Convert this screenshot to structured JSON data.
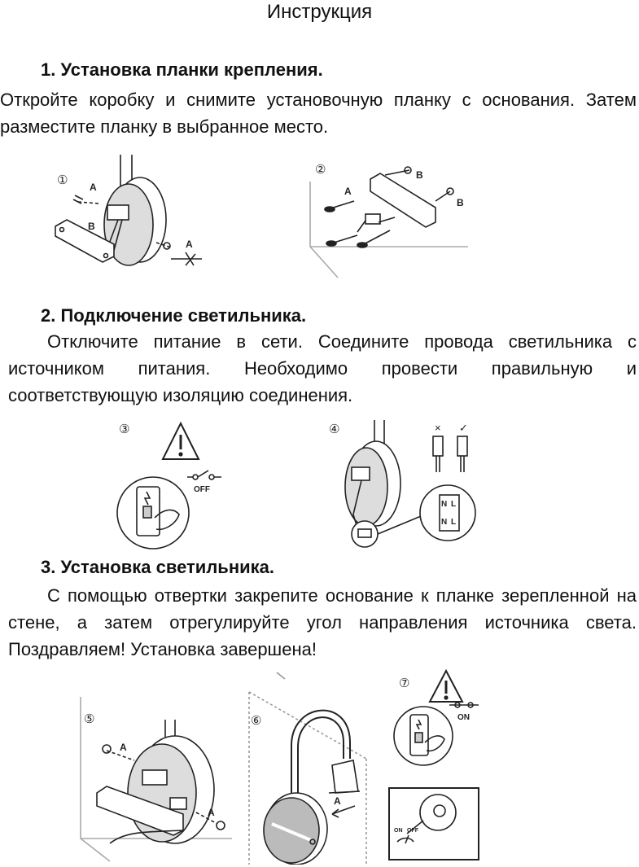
{
  "title": "Инструкция",
  "sections": [
    {
      "heading": "1.  Установка планки крепления.",
      "text": "Откройте коробку и снимите установочную планку с основания. Затем разместите планку в выбранное место."
    },
    {
      "heading": "2.  Подключение светильника.",
      "text": "Отключите питание в сети. Соедините провода светильника с источником питания. Необходимо провести правильную и соответствующую изоляцию соединения."
    },
    {
      "heading": "3.  Установка светильника.",
      "text": "С помощью отвертки закрепите основание к планке зерепленной на стене, а затем отрегулируйте угол направления источника света. Поздравляем! Установка завершена!"
    }
  ],
  "figures": {
    "step1": {
      "num": "①",
      "label_a": "A",
      "label_b": "B",
      "label_a2": "A"
    },
    "step2": {
      "num": "②",
      "label_a": "A",
      "label_b1": "B",
      "label_b2": "B"
    },
    "step3": {
      "num": "③",
      "switch_label": "OFF"
    },
    "step4": {
      "num": "④",
      "mark_wrong": "×",
      "mark_right": "✓",
      "term_n1": "N",
      "term_l1": "L",
      "term_n2": "N",
      "term_l2": "L"
    },
    "step5": {
      "num": "⑤",
      "label_a1": "A",
      "label_a2": "A"
    },
    "step6": {
      "num": "⑥",
      "label_a": "A"
    },
    "step7": {
      "num": "⑦",
      "switch_label": "ON",
      "dial_on": "ON",
      "dial_off": "OFF"
    }
  }
}
